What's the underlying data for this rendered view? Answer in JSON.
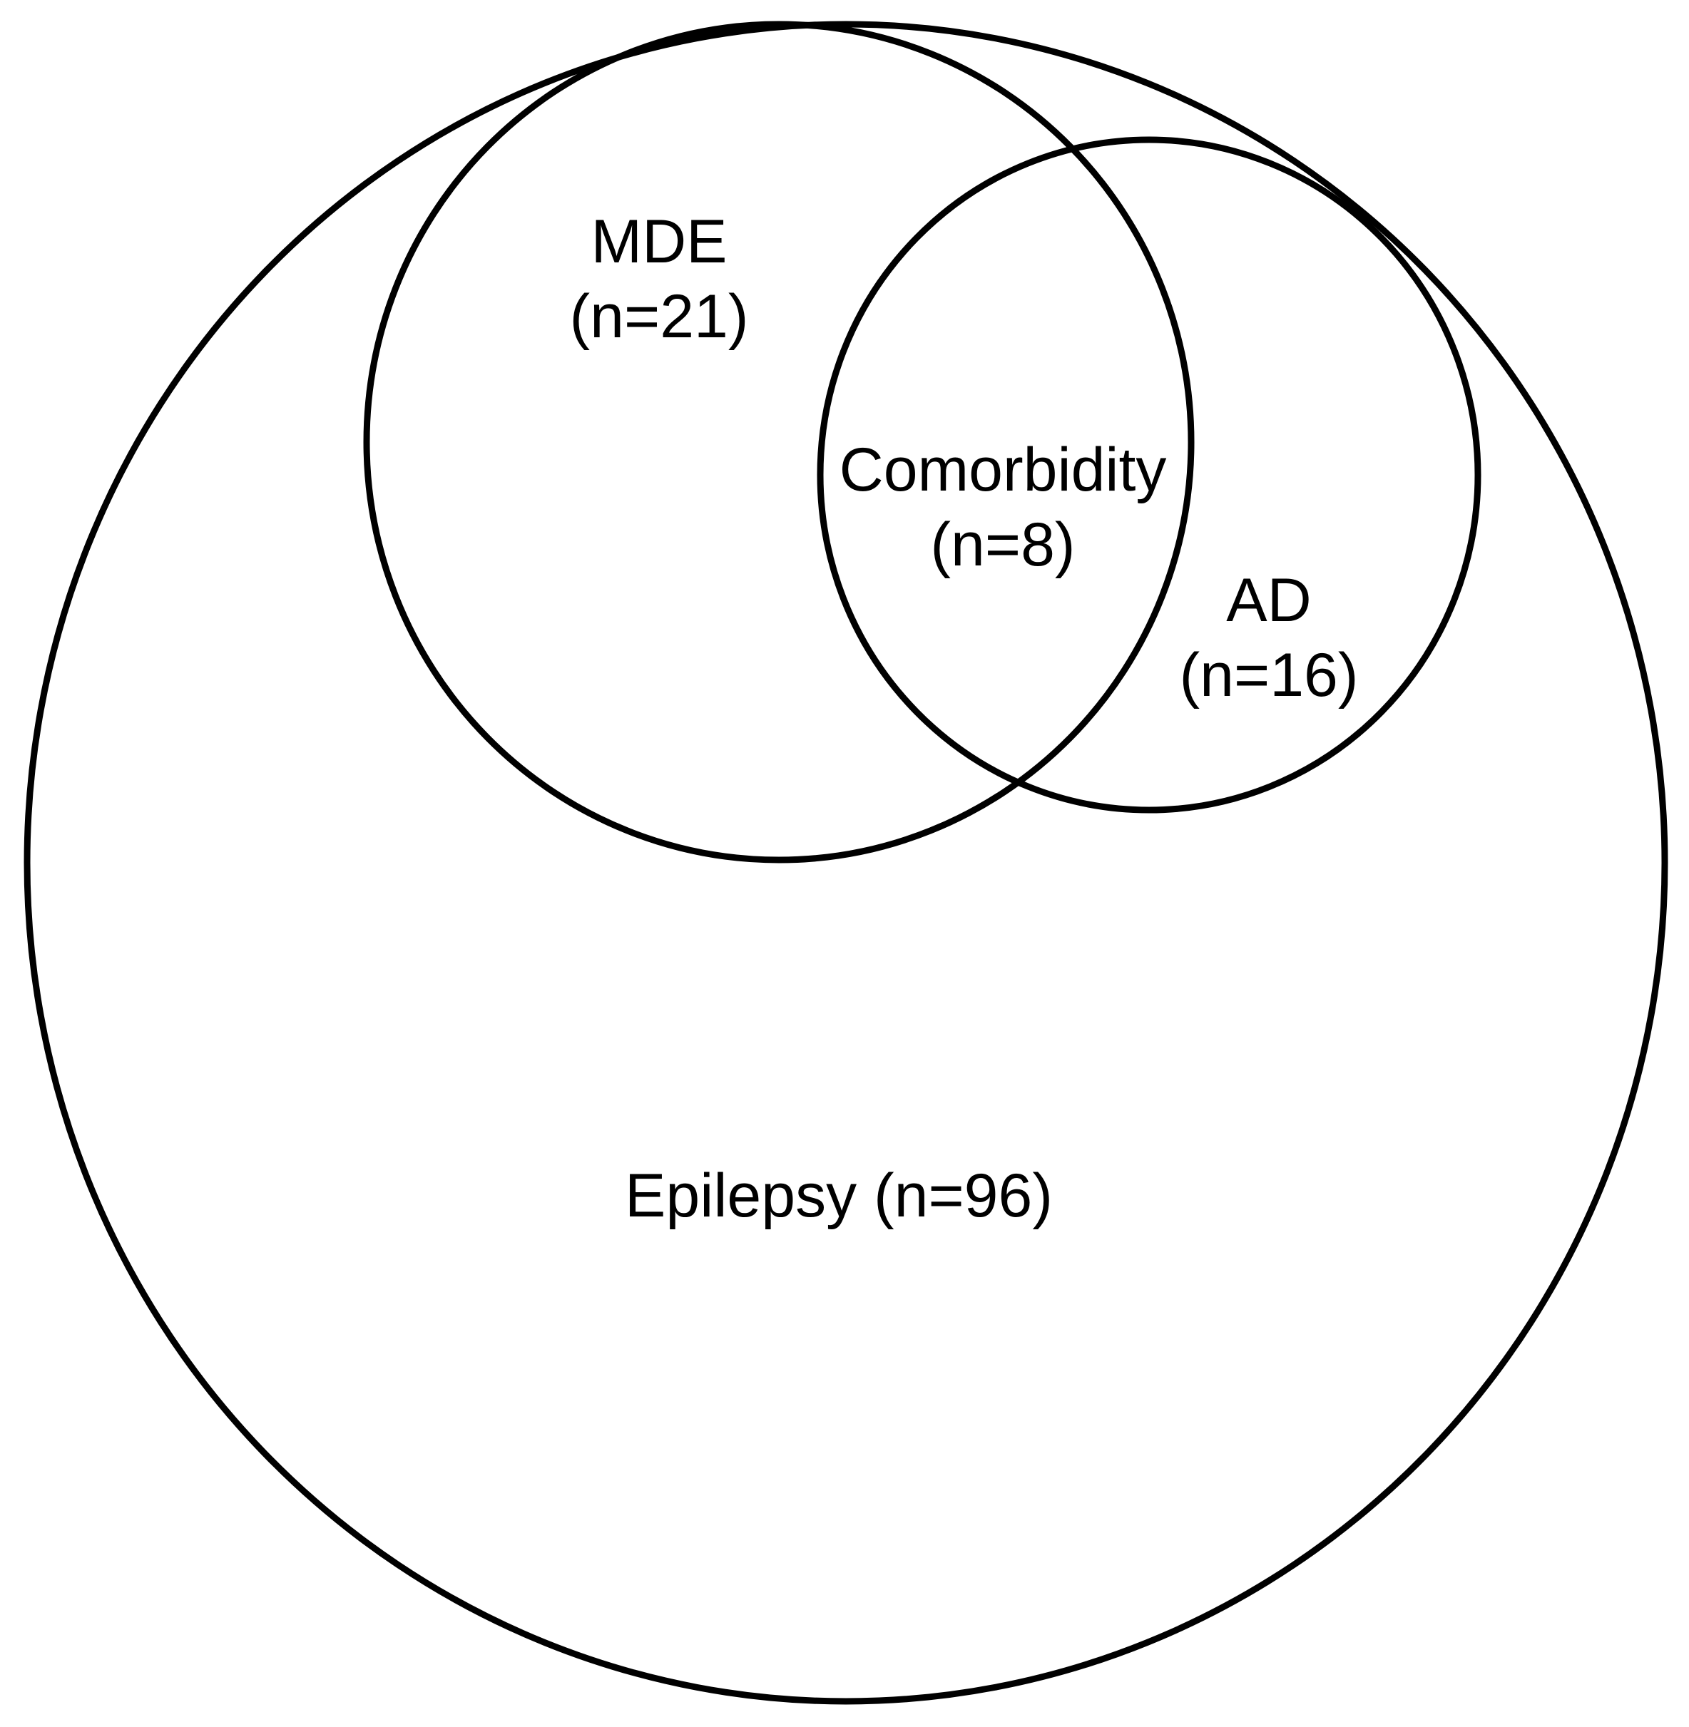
{
  "diagram": {
    "type": "venn",
    "sets": {
      "epilepsy": {
        "label": "Epilepsy (n=96)",
        "name": "Epilepsy",
        "n": 96
      },
      "mde": {
        "line1": "MDE",
        "line2": "(n=21)",
        "name": "MDE",
        "n": 21
      },
      "ad": {
        "line1": "AD",
        "line2": "(n=16)",
        "name": "AD",
        "n": 16
      }
    },
    "overlap": {
      "line1": "Comorbidity",
      "line2": "(n=8)",
      "sets": [
        "MDE",
        "AD"
      ],
      "n": 8
    },
    "stroke_color": "#000000",
    "background_color": "#ffffff"
  }
}
